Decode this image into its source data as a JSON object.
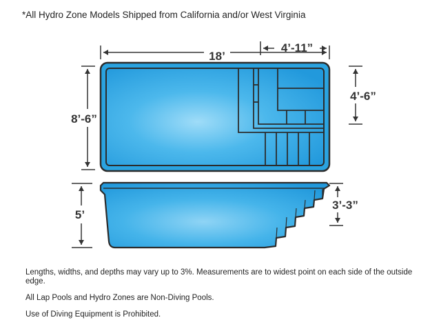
{
  "header": {
    "shipping_note": "*All Hydro Zone Models Shipped from California and/or West Virginia"
  },
  "diagram": {
    "top_view": {
      "length": "18’",
      "step_width": "4’-11”",
      "width": "8’-6”",
      "step_depth": "4’-6”"
    },
    "side_view": {
      "depth": "5’",
      "step_height": "3’-3”"
    }
  },
  "notes": {
    "tolerance": "Lengths, widths, and depths may vary up to 3%. Measurements are to widest point on each side of the outside edge.",
    "non_diving": "All Lap Pools and Hydro Zones are Non-Diving Pools.",
    "prohibited": "Use of Diving Equipment is Prohibited."
  },
  "colors": {
    "water": "#2fa9e4",
    "water_light": "#8fd4f5",
    "outline": "#2b2b2b",
    "dimension": "#333333"
  }
}
